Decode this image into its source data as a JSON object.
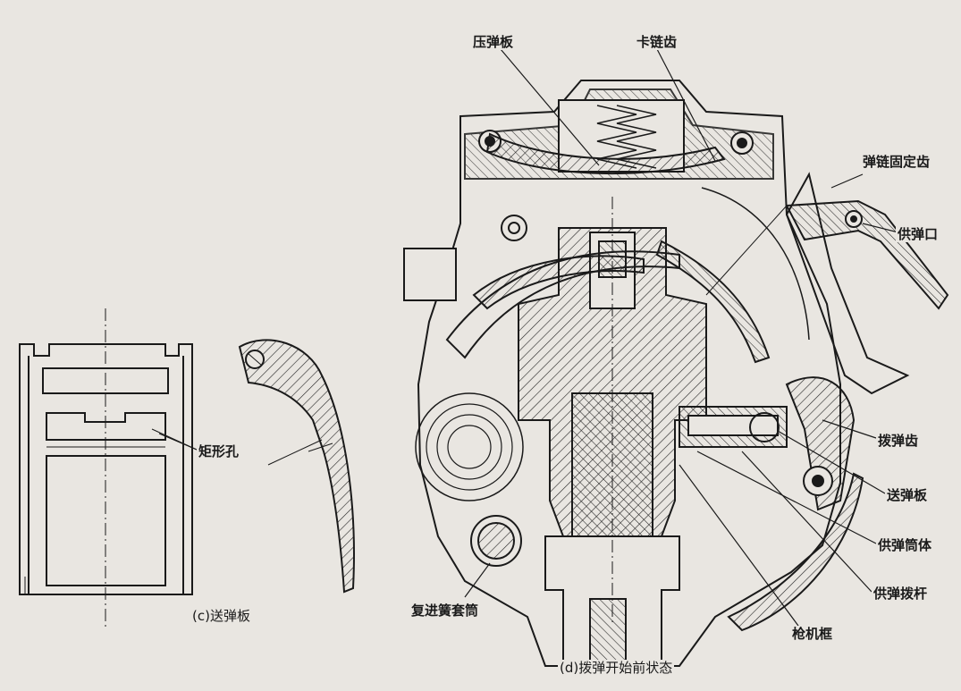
{
  "labels": {
    "pressure_plate": "压弹板",
    "chain_tooth": "卡链齿",
    "chain_fixing_tooth": "弹链固定齿",
    "feed_port": "供弹口",
    "feed_pawl": "拨弹齿",
    "feed_plate": "送弹板",
    "feed_body": "供弹筒体",
    "feed_lever": "供弹拨杆",
    "bolt_carrier": "枪机框",
    "recoil_spring_tube": "复进簧套筒",
    "rectangular_hole": "矩形孔"
  },
  "captions": {
    "left": "(c)送弹板",
    "right": "(d)拨弹开始前状态"
  },
  "colors": {
    "background": "#e9e6e1",
    "ink": "#1a1a1a"
  }
}
